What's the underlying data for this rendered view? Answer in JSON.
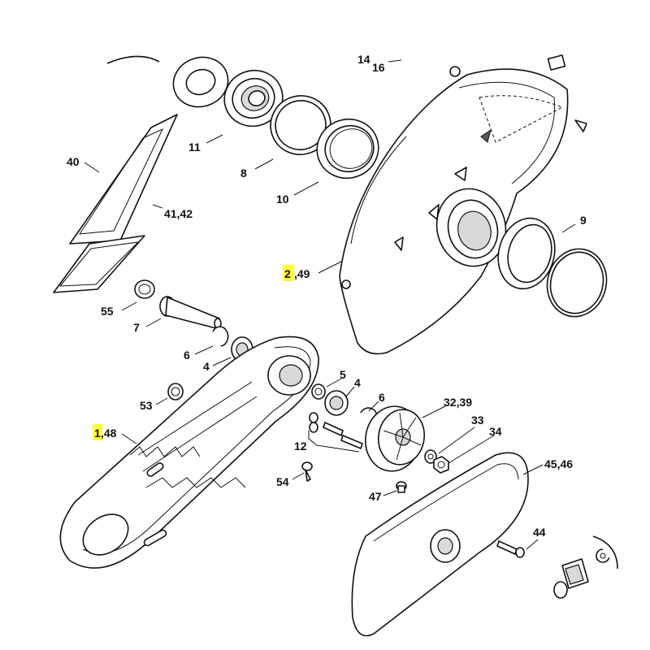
{
  "colors": {
    "highlight": "#ffff33",
    "line": "#111111",
    "background": "#ffffff"
  },
  "callouts": {
    "c14": "14",
    "c16": "16",
    "c11": "11",
    "c8": "8",
    "c10": "10",
    "c40": "40",
    "c41_42": "41,42",
    "c9": "9",
    "c2_49_hl": "2",
    "c2_49_rest": ",49",
    "c55": "55",
    "c7": "7",
    "c6a": "6",
    "c4a": "4",
    "c5": "5",
    "c4b": "4",
    "c6b": "6",
    "c32_39": "32,39",
    "c53": "53",
    "c1_48_hl": "1",
    "c1_48_rest": ",48",
    "c33": "33",
    "c34": "34",
    "c12": "12",
    "c45_46": "45,46",
    "c54": "54",
    "c47": "47",
    "c44": "44"
  }
}
